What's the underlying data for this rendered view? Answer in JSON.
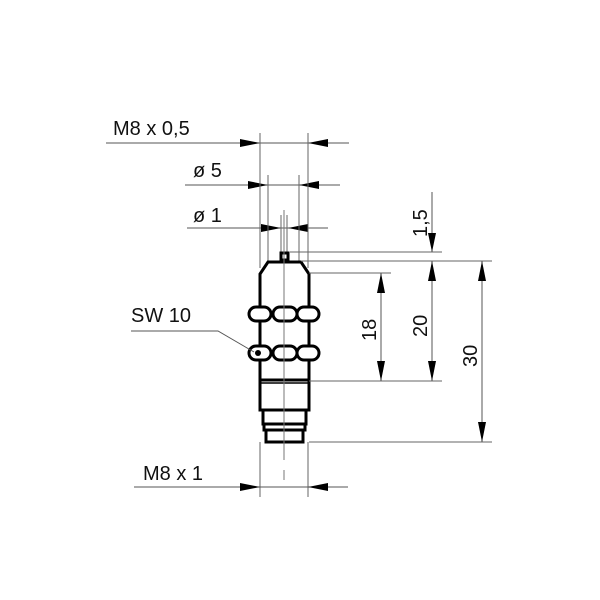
{
  "drawing": {
    "title": "Sensor dimension drawing",
    "units": "mm",
    "colors": {
      "line": "#000000",
      "dimension": "#555555",
      "background": "#ffffff"
    }
  },
  "dimensions": {
    "thread_top": "M8 x 0,5",
    "diameter_outer": "ø  5",
    "diameter_inner": "ø  1",
    "tip_height": "1,5",
    "thread_length": "18",
    "body_length_20": "20",
    "overall_length": "30",
    "wrench_size": "SW 10",
    "connector_thread": "M8 x 1"
  }
}
